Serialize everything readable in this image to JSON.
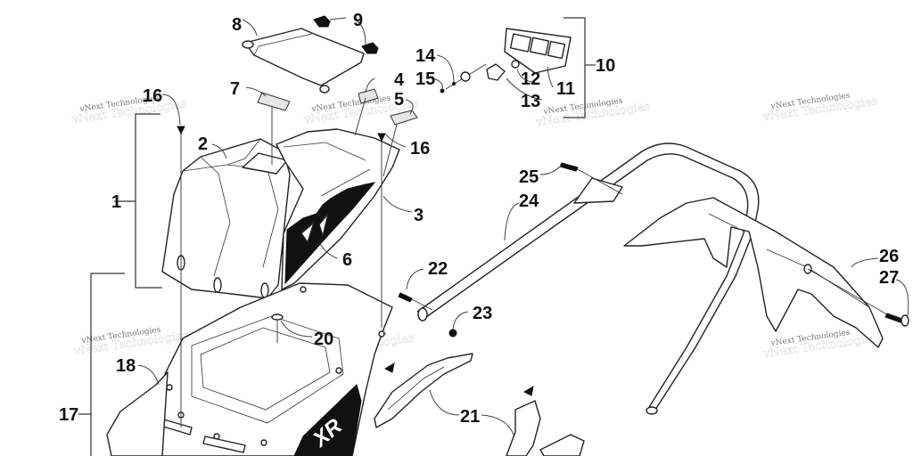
{
  "diagram": {
    "title": "Seat, Taillight and Rear Bumper Assembly (exploded parts view)",
    "watermark": "vNext Technologies",
    "callouts": [
      {
        "id": "1",
        "label": "1"
      },
      {
        "id": "2",
        "label": "2"
      },
      {
        "id": "3",
        "label": "3"
      },
      {
        "id": "4",
        "label": "4"
      },
      {
        "id": "5",
        "label": "5"
      },
      {
        "id": "6",
        "label": "6"
      },
      {
        "id": "7",
        "label": "7"
      },
      {
        "id": "8",
        "label": "8"
      },
      {
        "id": "9",
        "label": "9"
      },
      {
        "id": "10",
        "label": "10"
      },
      {
        "id": "11",
        "label": "11"
      },
      {
        "id": "12",
        "label": "12"
      },
      {
        "id": "13",
        "label": "13"
      },
      {
        "id": "14",
        "label": "14"
      },
      {
        "id": "15",
        "label": "15"
      },
      {
        "id": "16a",
        "label": "16"
      },
      {
        "id": "16b",
        "label": "16"
      },
      {
        "id": "17",
        "label": "17"
      },
      {
        "id": "18",
        "label": "18"
      },
      {
        "id": "20",
        "label": "20"
      },
      {
        "id": "21",
        "label": "21"
      },
      {
        "id": "22",
        "label": "22"
      },
      {
        "id": "23",
        "label": "23"
      },
      {
        "id": "24",
        "label": "24"
      },
      {
        "id": "25",
        "label": "25"
      },
      {
        "id": "26",
        "label": "26"
      },
      {
        "id": "27",
        "label": "27"
      }
    ],
    "parts": {
      "seat_assembly": "Seat assembly (1)",
      "seat_cover": "Seat cover (2)",
      "seat_base": "Seat base (3)",
      "taillight_assembly": "Taillight assembly (10)",
      "seat_storage": "Seat storage assembly (17)",
      "bumper": "Rear bumper (24)",
      "snow_flap": "Snow flap / rear fender (26)"
    },
    "decal_text": "XR"
  }
}
